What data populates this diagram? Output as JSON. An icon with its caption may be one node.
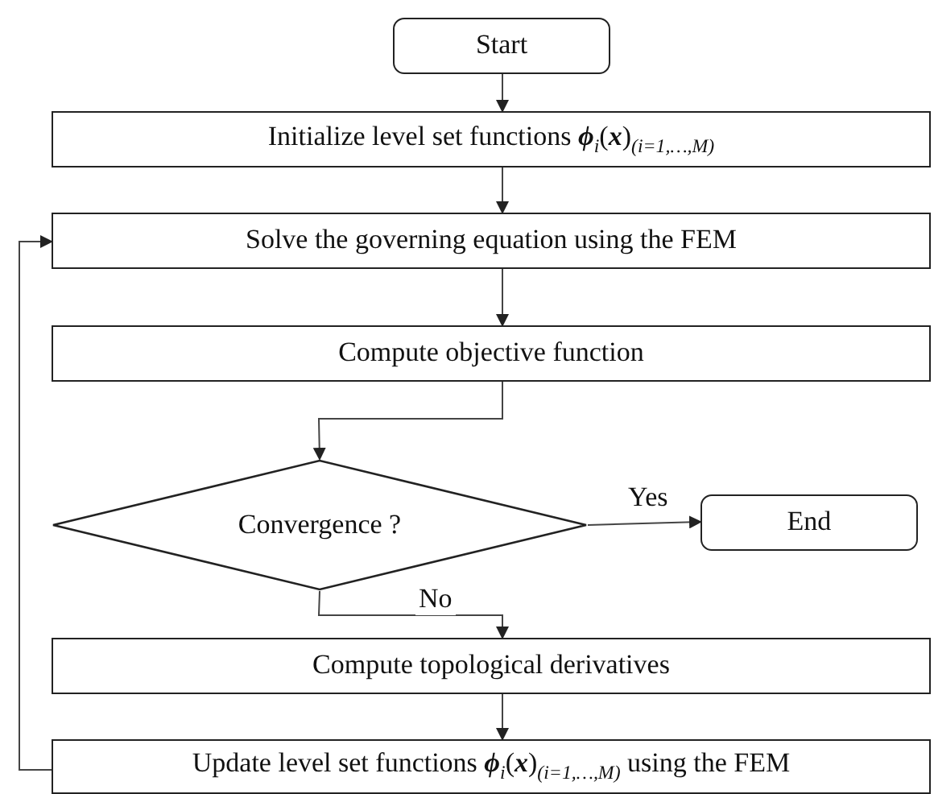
{
  "diagram": {
    "nodes": [
      {
        "text": [
          "Start"
        ]
      },
      {
        "text": [
          "Initialize level set functions **ϕ**$_{i}$(**x**)$_{(i=1,…,M)}$"
        ]
      },
      {
        "text": [
          "Solve the governing equation using the FEM"
        ]
      },
      {
        "text": [
          "Compute objective function"
        ]
      },
      {
        "text": [
          "Convergence ?"
        ]
      },
      {
        "text": [
          "End"
        ]
      },
      {
        "text": [
          "Compute topological derivatives"
        ]
      },
      {
        "text": [
          "Update level set functions **ϕ**$_{i}$(**x**)$_{(i=1,…,M)}$ using the FEM"
        ]
      }
    ],
    "edges": [
      {
        "from": 0,
        "to": 1,
        "arrow": "to"
      },
      {
        "from": 1,
        "to": 2,
        "arrow": "to"
      },
      {
        "from": 2,
        "to": 3,
        "arrow": "to"
      },
      {
        "from": 3,
        "to": 4,
        "arrow": "to"
      },
      {
        "from": 4,
        "to": 5,
        "arrow": "to",
        "label": "Yes"
      },
      {
        "from": 4,
        "to": 6,
        "arrow": "to",
        "label": "No"
      },
      {
        "from": 6,
        "to": 7,
        "arrow": "to"
      },
      {
        "from": 7,
        "to": 2,
        "arrow": "to"
      }
    ]
  }
}
